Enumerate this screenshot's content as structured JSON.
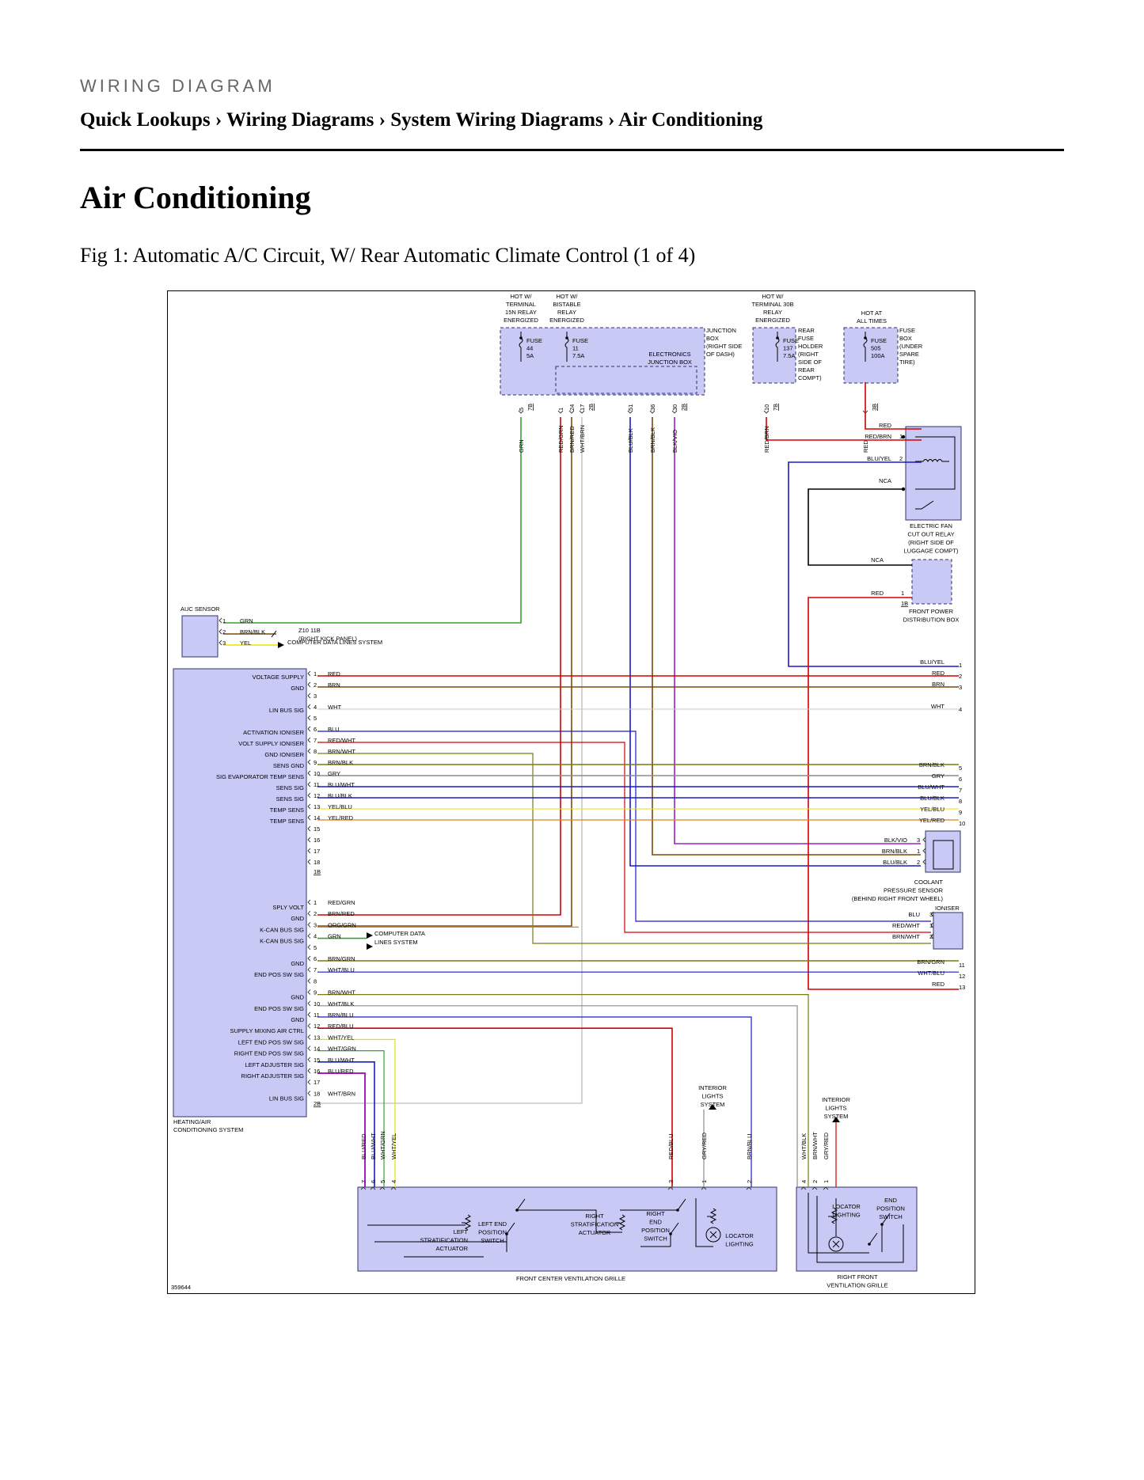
{
  "page": {
    "kicker": "WIRING DIAGRAM",
    "breadcrumb": "Quick Lookups › Wiring Diagrams › System Wiring Diagrams › Air Conditioning",
    "title": "Air Conditioning",
    "figure_caption": "Fig 1: Automatic A/C Circuit, W/ Rear Automatic Climate Control (1 of 4)"
  },
  "diagram": {
    "figure_id": "359644",
    "colors": {
      "box_fill": "#c9c9f5",
      "box_stroke": "#333366",
      "RED": "#d40000",
      "BRN": "#7a4a0a",
      "GRN": "#34a334",
      "YEL": "#e6e600",
      "WHT": "#c8c8c8",
      "BLU": "#1a1acc",
      "GRY": "#8c8c8c",
      "BLK": "#000000",
      "ORG": "#e08020",
      "VIO": "#a020c0",
      "OLV": "#7a7a10"
    },
    "supply_labels": [
      {
        "id": "hot15n",
        "lines": [
          "HOT W/",
          "TERMINAL",
          "15N RELAY",
          "ENERGIZED"
        ]
      },
      {
        "id": "hotbistable",
        "lines": [
          "HOT W/",
          "BISTABLE",
          "RELAY",
          "ENERGIZED"
        ]
      },
      {
        "id": "hot30b",
        "lines": [
          "HOT W/",
          "TERMINAL 30B",
          "RELAY",
          "ENERGIZED"
        ]
      },
      {
        "id": "hotalways",
        "lines": [
          "HOT AT",
          "ALL TIMES"
        ]
      }
    ],
    "fuses": [
      {
        "id": "f44",
        "lines": [
          "FUSE",
          "44",
          "5A"
        ]
      },
      {
        "id": "f11",
        "lines": [
          "FUSE",
          "11",
          "7.5A"
        ]
      },
      {
        "id": "f137",
        "lines": [
          "FUSE",
          "137",
          "7.5A"
        ]
      },
      {
        "id": "f505",
        "lines": [
          "FUSE",
          "505",
          "100A"
        ]
      }
    ],
    "box_labels": {
      "junction_box": [
        "JUNCTION",
        "BOX",
        "(RIGHT SIDE",
        "OF DASH)"
      ],
      "electronics_jb": [
        "ELECTRONICS",
        "JUNCTION BOX"
      ],
      "rear_fuse_holder": [
        "REAR",
        "FUSE",
        "HOLDER",
        "(RIGHT",
        "SIDE OF",
        "REAR",
        "COMPT)"
      ],
      "fuse_box_spare": [
        "FUSE",
        "BOX",
        "(UNDER",
        "SPARE",
        "TIRE)"
      ],
      "fan_relay": [
        "ELECTRIC FAN",
        "CUT OUT RELAY",
        "(RIGHT SIDE OF",
        "LUGGAGE COMPT)"
      ],
      "front_power": [
        "FRONT POWER",
        "DISTRIBUTION BOX"
      ],
      "auc_sensor": "AUC SENSOR",
      "z10": [
        "Z10 11B",
        "(RIGHT KICK PANEL)"
      ],
      "computer_data": "COMPUTER DATA LINES SYSTEM",
      "computer_data2": [
        "COMPUTER DATA",
        "LINES SYSTEM"
      ],
      "coolant": [
        "COOLANT",
        "PRESSURE SENSOR",
        "(BEHIND RIGHT FRONT WHEEL)"
      ],
      "ioniser": "IONISER",
      "hvac": [
        "HEATING/AIR",
        "CONDITIONING SYSTEM"
      ],
      "interior1": [
        "INTERIOR",
        "LIGHTS",
        "SYSTEM"
      ],
      "interior2": [
        "INTERIOR",
        "LIGHTS",
        "SYSTEM"
      ],
      "front_center": "FRONT CENTER VENTILATION GRILLE",
      "right_front": [
        "RIGHT FRONT",
        "VENTILATION GRILLE"
      ],
      "left_strat": [
        "LEFT",
        "STRATIFICATION",
        "ACTUATOR"
      ],
      "left_end": [
        "LEFT END",
        "POSITION",
        "SWITCH"
      ],
      "right_strat": [
        "RIGHT",
        "STRATIFICATION",
        "ACTUATOR"
      ],
      "right_end": [
        "RIGHT",
        "END",
        "POSITION",
        "SWITCH"
      ],
      "locator1": [
        "LOCATOR",
        "LIGHTING"
      ],
      "locator2": [
        "LOCATOR",
        "LIGHTING"
      ],
      "end_pos2": [
        "END",
        "POSITION",
        "SWITCH"
      ]
    },
    "top_pins": [
      {
        "pin": "5",
        "conn": "7B",
        "wire": "GRN"
      },
      {
        "pin": "1",
        "conn": "",
        "wire": "RED/GRN"
      },
      {
        "pin": "24",
        "conn": "",
        "wire": "BRN/RED"
      },
      {
        "pin": "17",
        "conn": "2B",
        "wire": "WHT/BRN"
      },
      {
        "pin": "51",
        "conn": "",
        "wire": "BLU/BLK"
      },
      {
        "pin": "36",
        "conn": "",
        "wire": "BRN/BLK"
      },
      {
        "pin": "30",
        "conn": "2B",
        "wire": "BLK/VIO"
      },
      {
        "pin": "10",
        "conn": "7B",
        "wire": "RED/BRN"
      },
      {
        "pin": "",
        "conn": "3B",
        "wire": "RED"
      }
    ],
    "relay_pins": [
      {
        "wire": "RED",
        "pin": ""
      },
      {
        "wire": "RED/BRN",
        "pin": "1"
      },
      {
        "wire": "BLU/YEL",
        "pin": "2"
      },
      {
        "wire": "NCA",
        "pin": ""
      }
    ],
    "fp_pins": [
      {
        "wire": "NCA",
        "pin": ""
      },
      {
        "wire": "RED",
        "pin": "1"
      },
      {
        "wire": "",
        "pin": "1B"
      }
    ],
    "auc_pins": [
      {
        "pin": "1",
        "wire": "GRN"
      },
      {
        "pin": "2",
        "wire": "BRN/BLK"
      },
      {
        "pin": "3",
        "wire": "YEL"
      }
    ],
    "connector_a": [
      {
        "pin": "1",
        "func": "VOLTAGE SUPPLY",
        "wire": "RED"
      },
      {
        "pin": "2",
        "func": "GND",
        "wire": "BRN"
      },
      {
        "pin": "3",
        "func": "",
        "wire": ""
      },
      {
        "pin": "4",
        "func": "LIN BUS SIG",
        "wire": "WHT"
      },
      {
        "pin": "5",
        "func": "",
        "wire": ""
      },
      {
        "pin": "6",
        "func": "ACTIVATION IONISER",
        "wire": "BLU"
      },
      {
        "pin": "7",
        "func": "VOLT SUPPLY IONISER",
        "wire": "RED/WHT"
      },
      {
        "pin": "8",
        "func": "GND IONISER",
        "wire": "BRN/WHT"
      },
      {
        "pin": "9",
        "func": "SENS GND",
        "wire": "BRN/BLK"
      },
      {
        "pin": "10",
        "func": "SIG EVAPORATOR TEMP SENS",
        "wire": "GRY"
      },
      {
        "pin": "11",
        "func": "SENS SIG",
        "wire": "BLU/WHT"
      },
      {
        "pin": "12",
        "func": "SENS SIG",
        "wire": "BLU/BLK"
      },
      {
        "pin": "13",
        "func": "TEMP SENS",
        "wire": "YEL/BLU"
      },
      {
        "pin": "14",
        "func": "TEMP SENS",
        "wire": "YEL/RED"
      },
      {
        "pin": "15",
        "func": "",
        "wire": ""
      },
      {
        "pin": "16",
        "func": "",
        "wire": ""
      },
      {
        "pin": "17",
        "func": "",
        "wire": ""
      },
      {
        "pin": "18",
        "func": "",
        "wire": ""
      }
    ],
    "connector_a_id": "1B",
    "connector_b": [
      {
        "pin": "1",
        "func": "SPLY VOLT",
        "wire": "RED/GRN"
      },
      {
        "pin": "2",
        "func": "GND",
        "wire": "BRN/RED"
      },
      {
        "pin": "3",
        "func": "K-CAN BUS SIG",
        "wire": "ORG/GRN"
      },
      {
        "pin": "4",
        "func": "K-CAN BUS SIG",
        "wire": "GRN"
      },
      {
        "pin": "5",
        "func": "",
        "wire": ""
      },
      {
        "pin": "6",
        "func": "GND",
        "wire": "BRN/GRN"
      },
      {
        "pin": "7",
        "func": "END POS SW SIG",
        "wire": "WHT/BLU"
      },
      {
        "pin": "8",
        "func": "",
        "wire": ""
      },
      {
        "pin": "9",
        "func": "GND",
        "wire": "BRN/WHT"
      },
      {
        "pin": "10",
        "func": "END POS SW SIG",
        "wire": "WHT/BLK"
      },
      {
        "pin": "11",
        "func": "GND",
        "wire": "BRN/BLU"
      },
      {
        "pin": "12",
        "func": "SUPPLY MIXING AIR CTRL",
        "wire": "RED/BLU"
      },
      {
        "pin": "13",
        "func": "LEFT END POS SW SIG",
        "wire": "WHT/YEL"
      },
      {
        "pin": "14",
        "func": "RIGHT END POS SW SIG",
        "wire": "WHT/GRN"
      },
      {
        "pin": "15",
        "func": "LEFT ADJUSTER SIG",
        "wire": "BLU/WHT"
      },
      {
        "pin": "16",
        "func": "RIGHT ADJUSTER SIG",
        "wire": "BLU/RED"
      },
      {
        "pin": "17",
        "func": "",
        "wire": ""
      },
      {
        "pin": "18",
        "func": "LIN BUS SIG",
        "wire": "WHT/BRN"
      }
    ],
    "connector_b_id": "2B",
    "right_edge": [
      {
        "wire": "BLU/YEL",
        "num": "1"
      },
      {
        "wire": "RED",
        "num": "2"
      },
      {
        "wire": "BRN",
        "num": "3"
      },
      {
        "wire": "WHT",
        "num": "4"
      },
      {
        "wire": "BRN/BLK",
        "num": "5"
      },
      {
        "wire": "GRY",
        "num": "6"
      },
      {
        "wire": "BLU/WHT",
        "num": "7"
      },
      {
        "wire": "BLU/BLK",
        "num": "8"
      },
      {
        "wire": "YEL/BLU",
        "num": "9"
      },
      {
        "wire": "YEL/RED",
        "num": "10"
      },
      {
        "wire": "BRN/GRN",
        "num": "11"
      },
      {
        "wire": "WHT/BLU",
        "num": "12"
      },
      {
        "wire": "RED",
        "num": "13"
      }
    ],
    "coolant_pins": [
      {
        "wire": "BLK/VIO",
        "pin": "3"
      },
      {
        "wire": "BRN/BLK",
        "pin": "1"
      },
      {
        "wire": "BLU/BLK",
        "pin": "2"
      }
    ],
    "ioniser_pins": [
      {
        "wire": "BLU",
        "pin": "3"
      },
      {
        "wire": "RED/WHT",
        "pin": "1"
      },
      {
        "wire": "BRN/WHT",
        "pin": "2"
      }
    ],
    "bottom_pins": [
      {
        "pin": "7",
        "wire": "BLU/RED"
      },
      {
        "pin": "6",
        "wire": "BLU/WHT"
      },
      {
        "pin": "5",
        "wire": "WHT/GRN"
      },
      {
        "pin": "4",
        "wire": "WHT/YEL"
      },
      {
        "pin": "3",
        "wire": "RED/BLU"
      },
      {
        "pin": "1",
        "wire": "GRY/RED"
      },
      {
        "pin": "2",
        "wire": "BRN/BLU"
      },
      {
        "pin": "4",
        "wire": "WHT/BLK"
      },
      {
        "pin": "2",
        "wire": "BRN/WHT"
      },
      {
        "pin": "1",
        "wire": "GRY/RED"
      }
    ]
  }
}
